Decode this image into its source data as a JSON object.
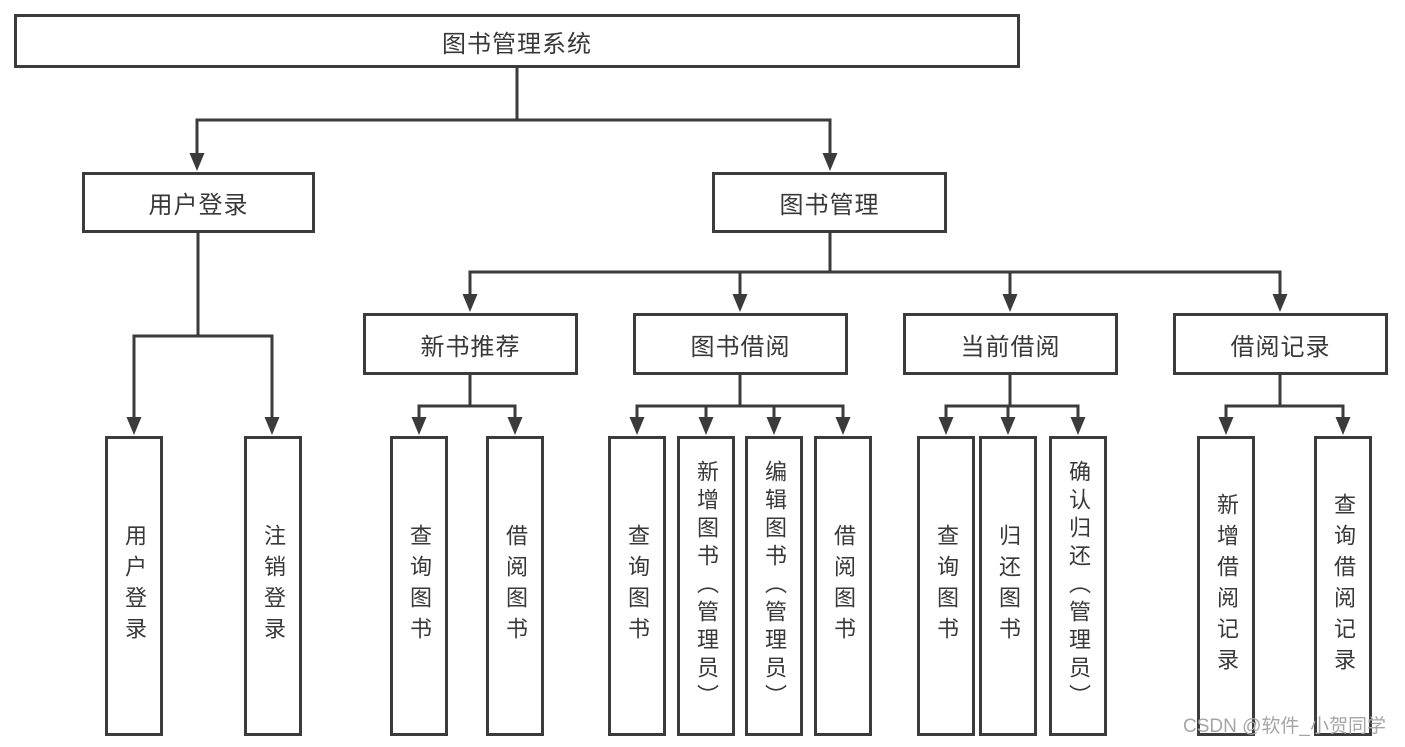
{
  "diagram": {
    "root": {
      "label": "图书管理系统"
    },
    "branches": [
      {
        "label": "用户登录",
        "leaves": [
          {
            "label": "用户登录"
          },
          {
            "label": "注销登录"
          }
        ]
      },
      {
        "label": "图书管理",
        "groups": [
          {
            "label": "新书推荐",
            "leaves": [
              {
                "label": "查询图书"
              },
              {
                "label": "借阅图书"
              }
            ]
          },
          {
            "label": "图书借阅",
            "leaves": [
              {
                "label": "查询图书"
              },
              {
                "label": "新增图书（管理员）"
              },
              {
                "label": "编辑图书（管理员）"
              },
              {
                "label": "借阅图书"
              }
            ]
          },
          {
            "label": "当前借阅",
            "leaves": [
              {
                "label": "查询图书"
              },
              {
                "label": "归还图书"
              },
              {
                "label": "确认归还（管理员）"
              }
            ]
          },
          {
            "label": "借阅记录",
            "leaves": [
              {
                "label": "新增借阅记录"
              },
              {
                "label": "查询借阅记录"
              }
            ]
          }
        ]
      }
    ]
  },
  "watermark": {
    "text": "CSDN @软件_小贺同学"
  },
  "colors": {
    "line": "#3b3b3b",
    "text": "#383838",
    "background": "#ffffff",
    "watermark": "#a6a6a6"
  }
}
